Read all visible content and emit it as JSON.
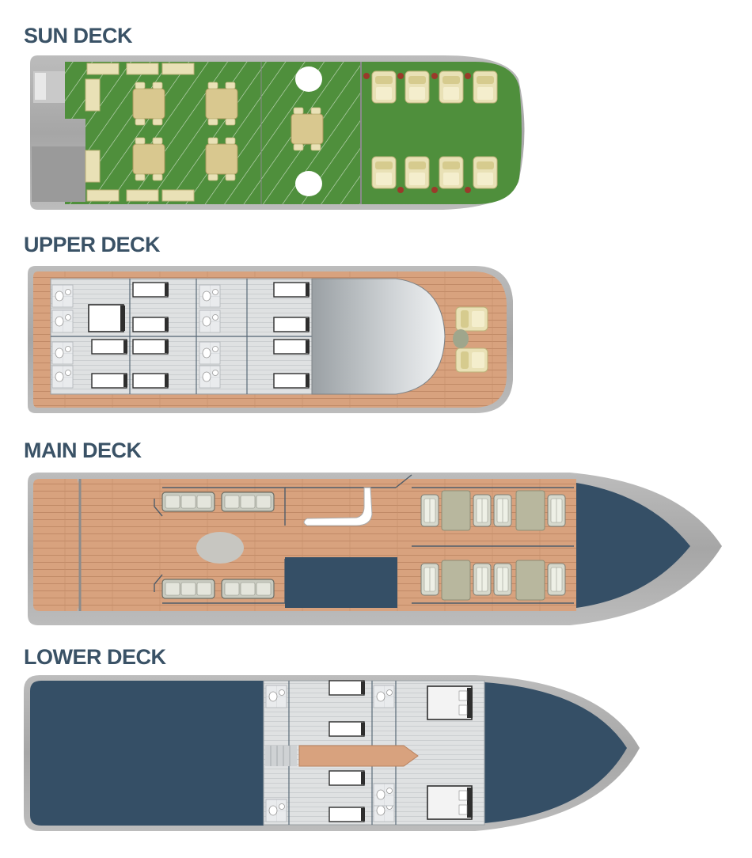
{
  "decks": [
    {
      "id": "sun",
      "title": "SUN DECK"
    },
    {
      "id": "upper",
      "title": "UPPER DECK"
    },
    {
      "id": "main",
      "title": "MAIN DECK"
    },
    {
      "id": "lower",
      "title": "LOWER DECK"
    }
  ],
  "colors": {
    "title": "#3a5266",
    "hull_gray": "#a8a8a8",
    "green_deck": "#4f8f3c",
    "wood_deck": "#d8a27e",
    "navy_area": "#354f66",
    "cabin_floor": "#e6e6e6",
    "furniture": "#e9e1b6"
  }
}
